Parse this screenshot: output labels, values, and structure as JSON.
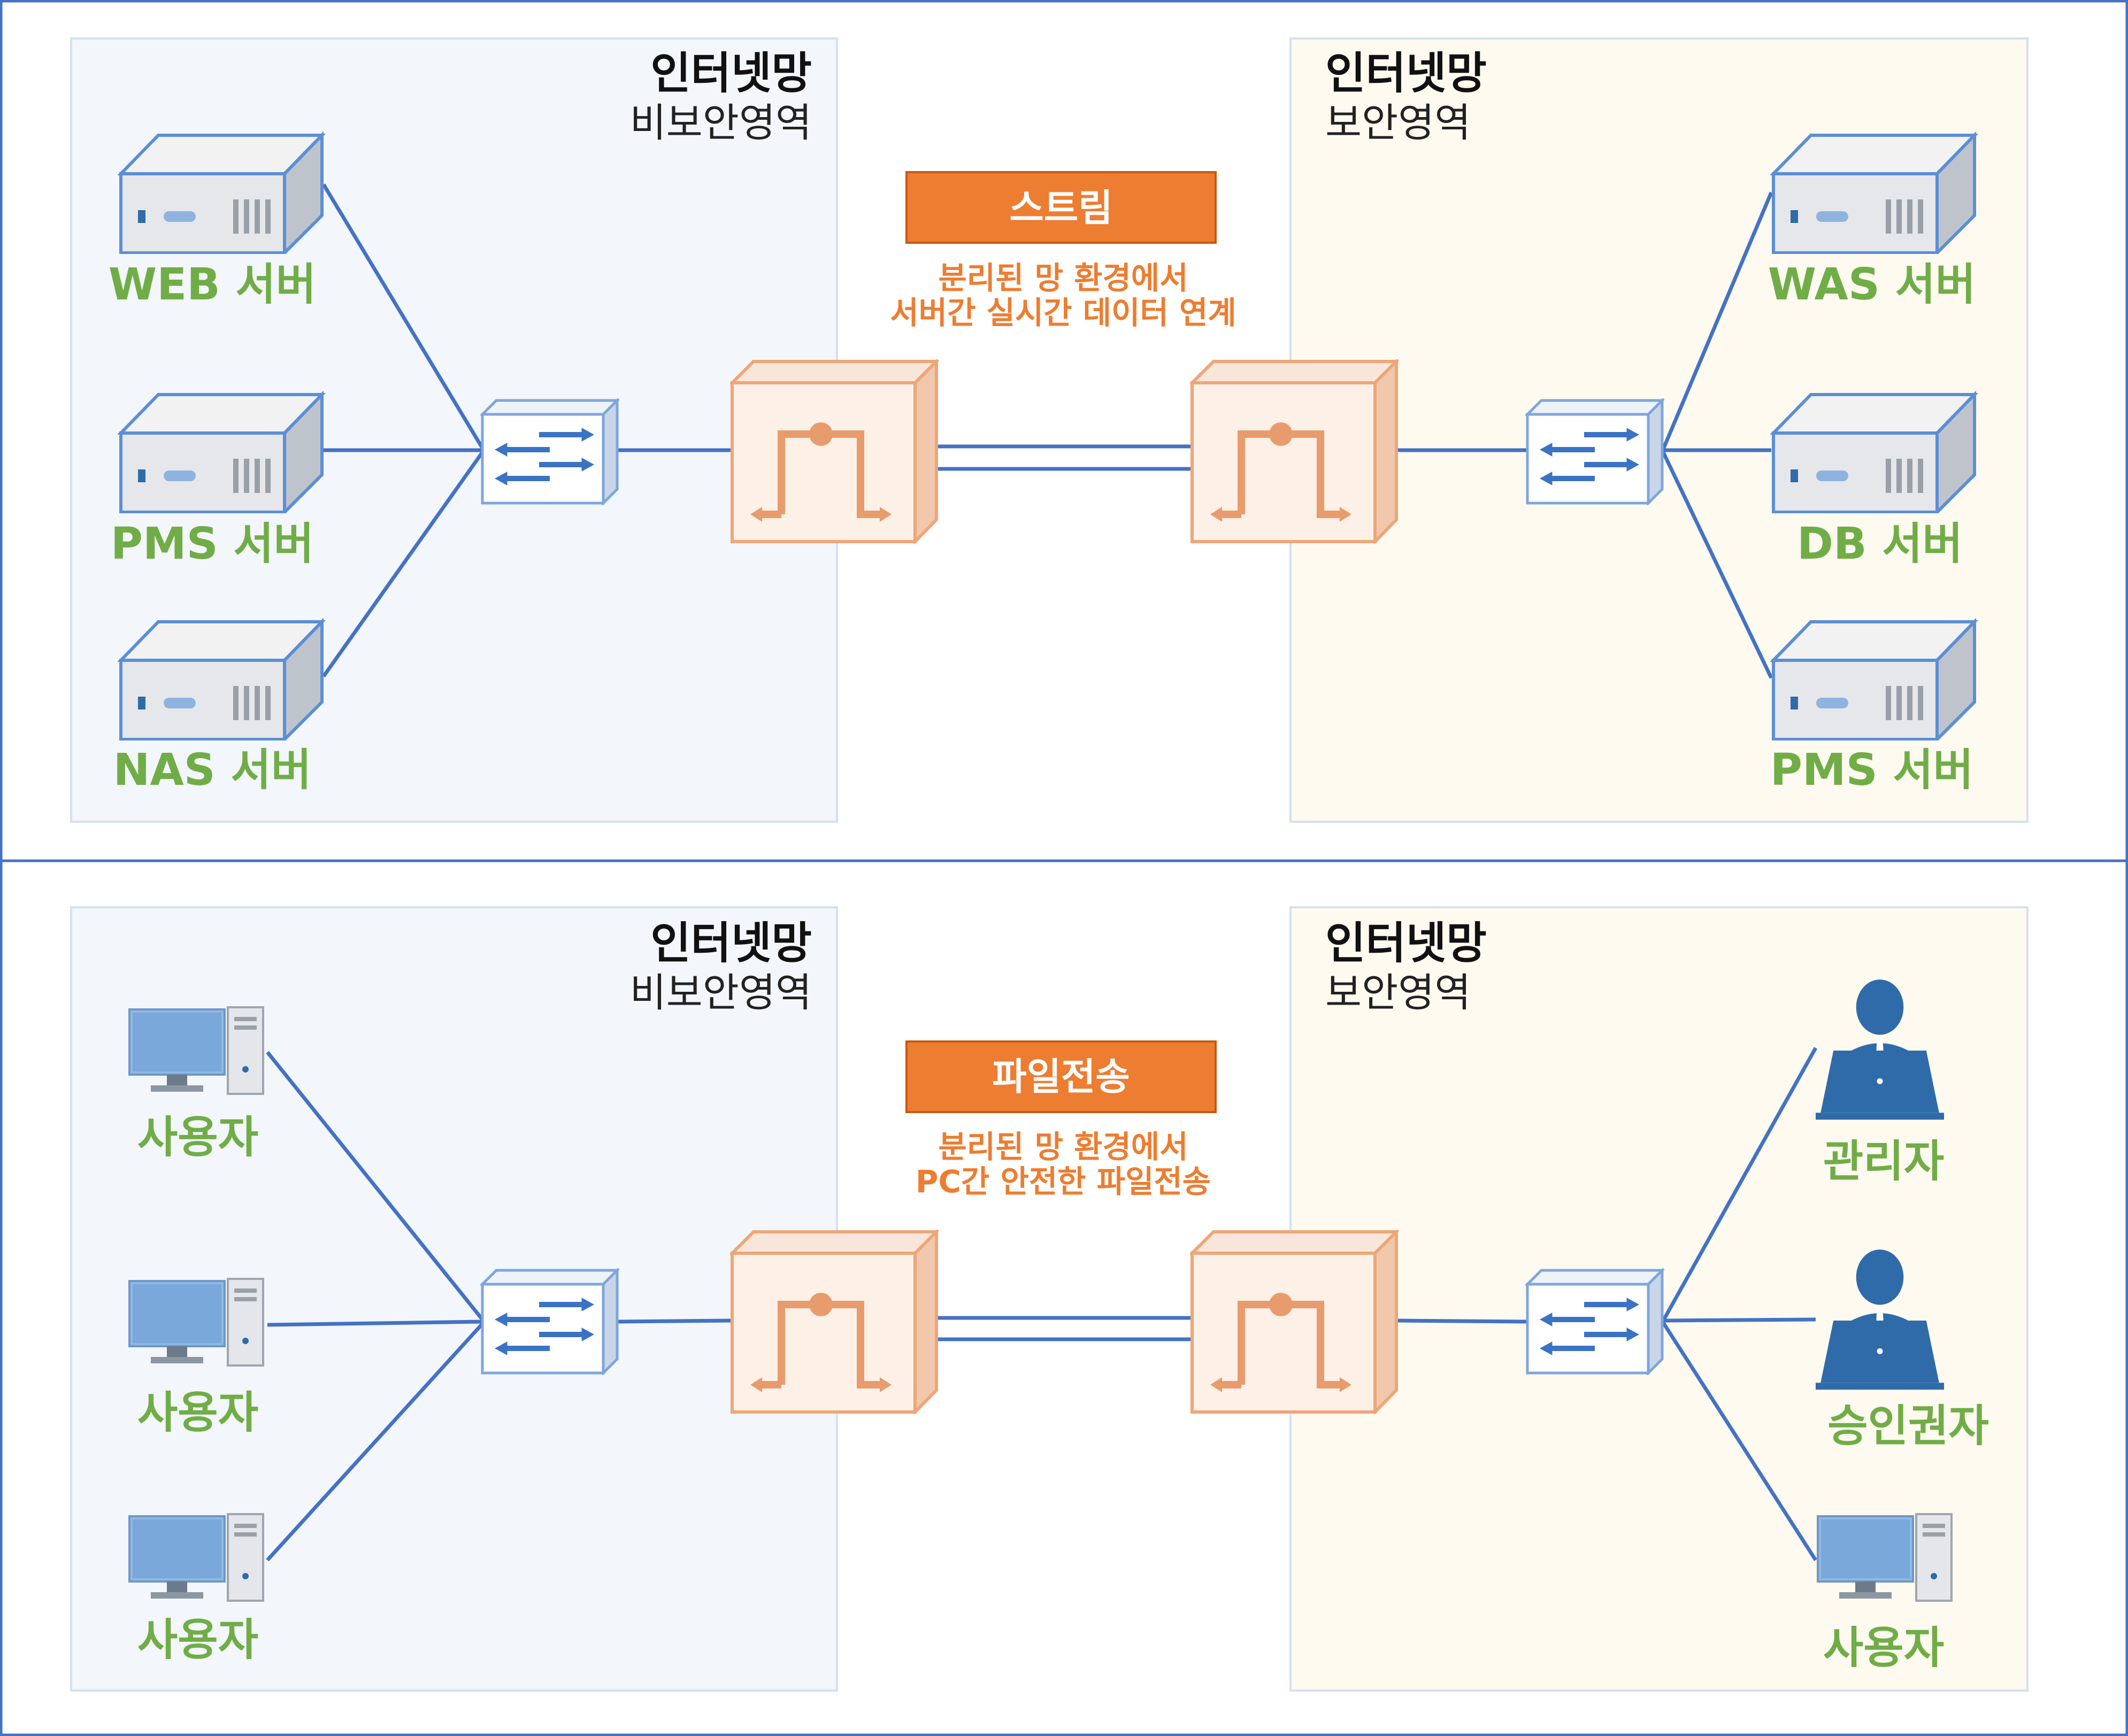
{
  "colors": {
    "frame_border": "#4472C4",
    "unsecure_zone_fill": "#F3F6FB",
    "secure_zone_fill": "#FEFAF0",
    "zone_border": "#D6E0EE",
    "line": "#4472C4",
    "label_green": "#70AD47",
    "accent_orange": "#ED7D31",
    "desc_orange": "#ED7D31",
    "user_icon_blue": "#2F6BA8"
  },
  "panels": [
    {
      "left_zone": {
        "title": "인터넷망",
        "subtitle": "비보안영역"
      },
      "right_zone": {
        "title": "인터넷망",
        "subtitle": "보안영역"
      },
      "banner": "스트림",
      "description": [
        "분리된 망 환경에서",
        "서버간 실시간 데이터 연계"
      ],
      "left_nodes": [
        {
          "icon": "server-icon",
          "label": "WEB 서버"
        },
        {
          "icon": "server-icon",
          "label": "PMS 서버"
        },
        {
          "icon": "server-icon",
          "label": "NAS 서버"
        }
      ],
      "right_nodes": [
        {
          "icon": "server-icon",
          "label": "WAS 서버"
        },
        {
          "icon": "server-icon",
          "label": "DB 서버"
        },
        {
          "icon": "server-icon",
          "label": "PMS 서버"
        }
      ]
    },
    {
      "left_zone": {
        "title": "인터넷망",
        "subtitle": "비보안영역"
      },
      "right_zone": {
        "title": "인터넷망",
        "subtitle": "보안영역"
      },
      "banner": "파일전송",
      "description": [
        "분리된 망 환경에서",
        "PC간 안전한 파일전송"
      ],
      "left_nodes": [
        {
          "icon": "desktop-pc-icon",
          "label": "사용자"
        },
        {
          "icon": "desktop-pc-icon",
          "label": "사용자"
        },
        {
          "icon": "desktop-pc-icon",
          "label": "사용자"
        }
      ],
      "right_nodes": [
        {
          "icon": "user-laptop-icon",
          "label": "관리자"
        },
        {
          "icon": "user-laptop-icon",
          "label": "승인권자"
        },
        {
          "icon": "desktop-pc-icon",
          "label": "사용자"
        }
      ]
    }
  ]
}
